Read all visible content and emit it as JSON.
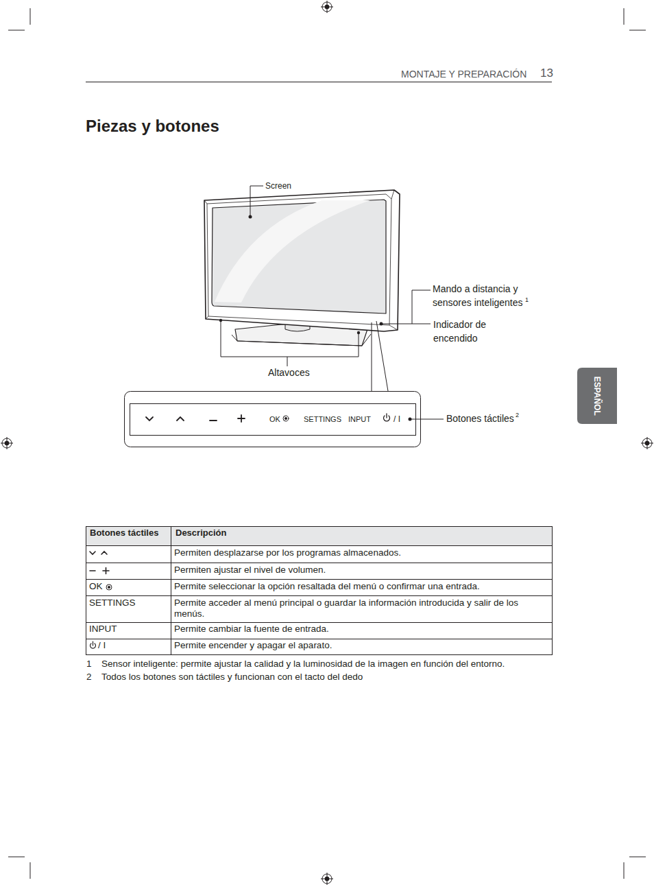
{
  "diagram": {
    "title": "Piezas y botones",
    "nodes": [
      {
        "text": [
          "OK",
          "SETTINGS",
          "INPUT",
          "/ I"
        ]
      }
    ],
    "labels": [
      "MONTAJE Y PREPARACIÓN",
      "13",
      "Screen",
      "Mando a distancia y sensores inteligentes",
      "1",
      "Indicador de encendido",
      "Altavoces",
      "Botones táctiles",
      "2",
      "ESPAÑOL",
      "Botones táctiles",
      "Descripción",
      "Permiten desplazarse por los programas almacenados.",
      "Permiten ajustar el nivel de volumen.",
      "OK",
      "Permite seleccionar la opción resaltada del menú o confirmar una entrada.",
      "SETTINGS",
      "Permite acceder al menú principal o guardar la información introducida y salir de los menús.",
      "INPUT",
      "Permite cambiar la fuente de entrada.",
      "/ I",
      "Permite encender y apagar el aparato.",
      "1",
      "Sensor inteligente: permite ajustar la calidad y la luminosidad de la imagen en función del entorno.",
      "2",
      "Todos los botones son táctiles y funcionan con el tacto del dedo"
    ]
  }
}
